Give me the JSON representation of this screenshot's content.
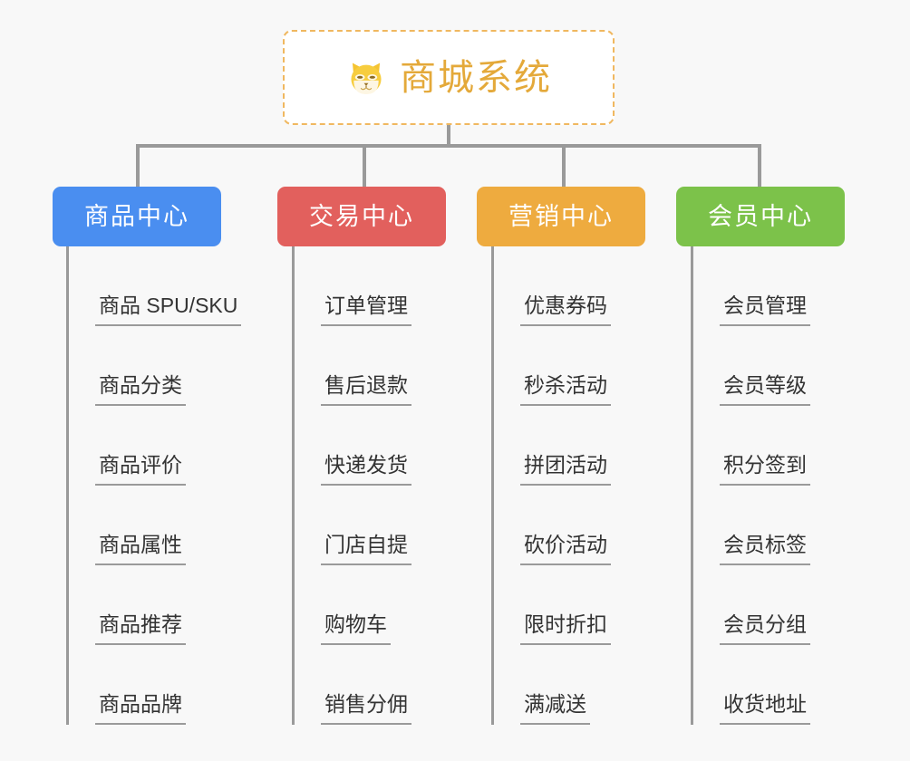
{
  "page": {
    "background_color": "#f8f8f8",
    "line_color": "#9a9a9a"
  },
  "root": {
    "icon": "shiba-dog-face-icon",
    "icon_glyph": "🐕",
    "title": "商城系统",
    "title_color": "#e4a93a",
    "border_color": "#f0b860",
    "border_style": "dashed",
    "background_color": "#ffffff"
  },
  "categories": [
    {
      "label": "商品中心",
      "color": "#4a8ef0",
      "items": [
        "商品 SPU/SKU",
        "商品分类",
        "商品评价",
        "商品属性",
        "商品推荐",
        "商品品牌"
      ]
    },
    {
      "label": "交易中心",
      "color": "#e2605d",
      "items": [
        "订单管理",
        "售后退款",
        "快递发货",
        "门店自提",
        "购物车",
        "销售分佣"
      ]
    },
    {
      "label": "营销中心",
      "color": "#eeab3f",
      "items": [
        "优惠券码",
        "秒杀活动",
        "拼团活动",
        "砍价活动",
        "限时折扣",
        "满减送"
      ]
    },
    {
      "label": "会员中心",
      "color": "#7cc24a",
      "items": [
        "会员管理",
        "会员等级",
        "积分签到",
        "会员标签",
        "会员分组",
        "收货地址"
      ]
    }
  ],
  "layout": {
    "category_x": [
      58,
      306,
      526,
      746
    ],
    "category_width": [
      186,
      186,
      186,
      186
    ],
    "drop_x": [
      150,
      400,
      620,
      836
    ],
    "column_x": [
      73,
      322,
      542,
      762
    ]
  }
}
